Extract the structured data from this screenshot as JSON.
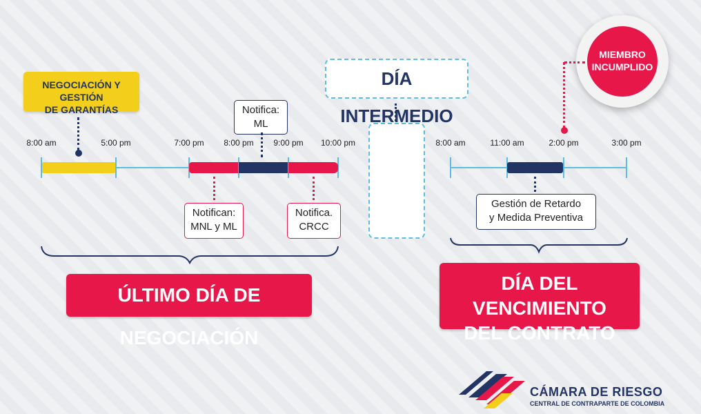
{
  "negotiation_box": {
    "line1": "NEGOCIACIÓN Y GESTIÓN",
    "line2": "DE GARANTÍAS"
  },
  "intermediate_day": {
    "label": "DÍA INTERMEDIO"
  },
  "member_badge": {
    "line1": "MIEMBRO",
    "line2": "INCUMPLIDO"
  },
  "timeline_left": {
    "ticks": [
      "8:00 am",
      "5:00 pm",
      "7:00 pm",
      "8:00 pm",
      "9:00 pm",
      "10:00 pm"
    ],
    "notes": {
      "notifica_ml": {
        "line1": "Notifica:",
        "line2": "ML"
      },
      "notifican": {
        "line1": "Notifican:",
        "line2": "MNL y ML"
      },
      "notifica_crcc": {
        "line1": "Notifica.",
        "line2": "CRCC"
      }
    },
    "label": "ÚLTIMO DÍA DE NEGOCIACIÓN"
  },
  "timeline_right": {
    "ticks": [
      "8:00 am",
      "11:00 am",
      "2:00 pm",
      "3:00 pm"
    ],
    "note": {
      "line1": "Gestión de Retardo",
      "line2": "y Medida Preventiva"
    },
    "label_line1": "DÍA DEL VENCIMIENTO",
    "label_line2": "DEL CONTRATO"
  },
  "logo": {
    "name": "CÁMARA DE RIESGO",
    "tagline": "CENTRAL DE CONTRAPARTE DE COLOMBIA"
  },
  "colors": {
    "red": "#e8174a",
    "navy": "#223463",
    "yellow": "#f3cf1b",
    "blue": "#5bbde0"
  }
}
